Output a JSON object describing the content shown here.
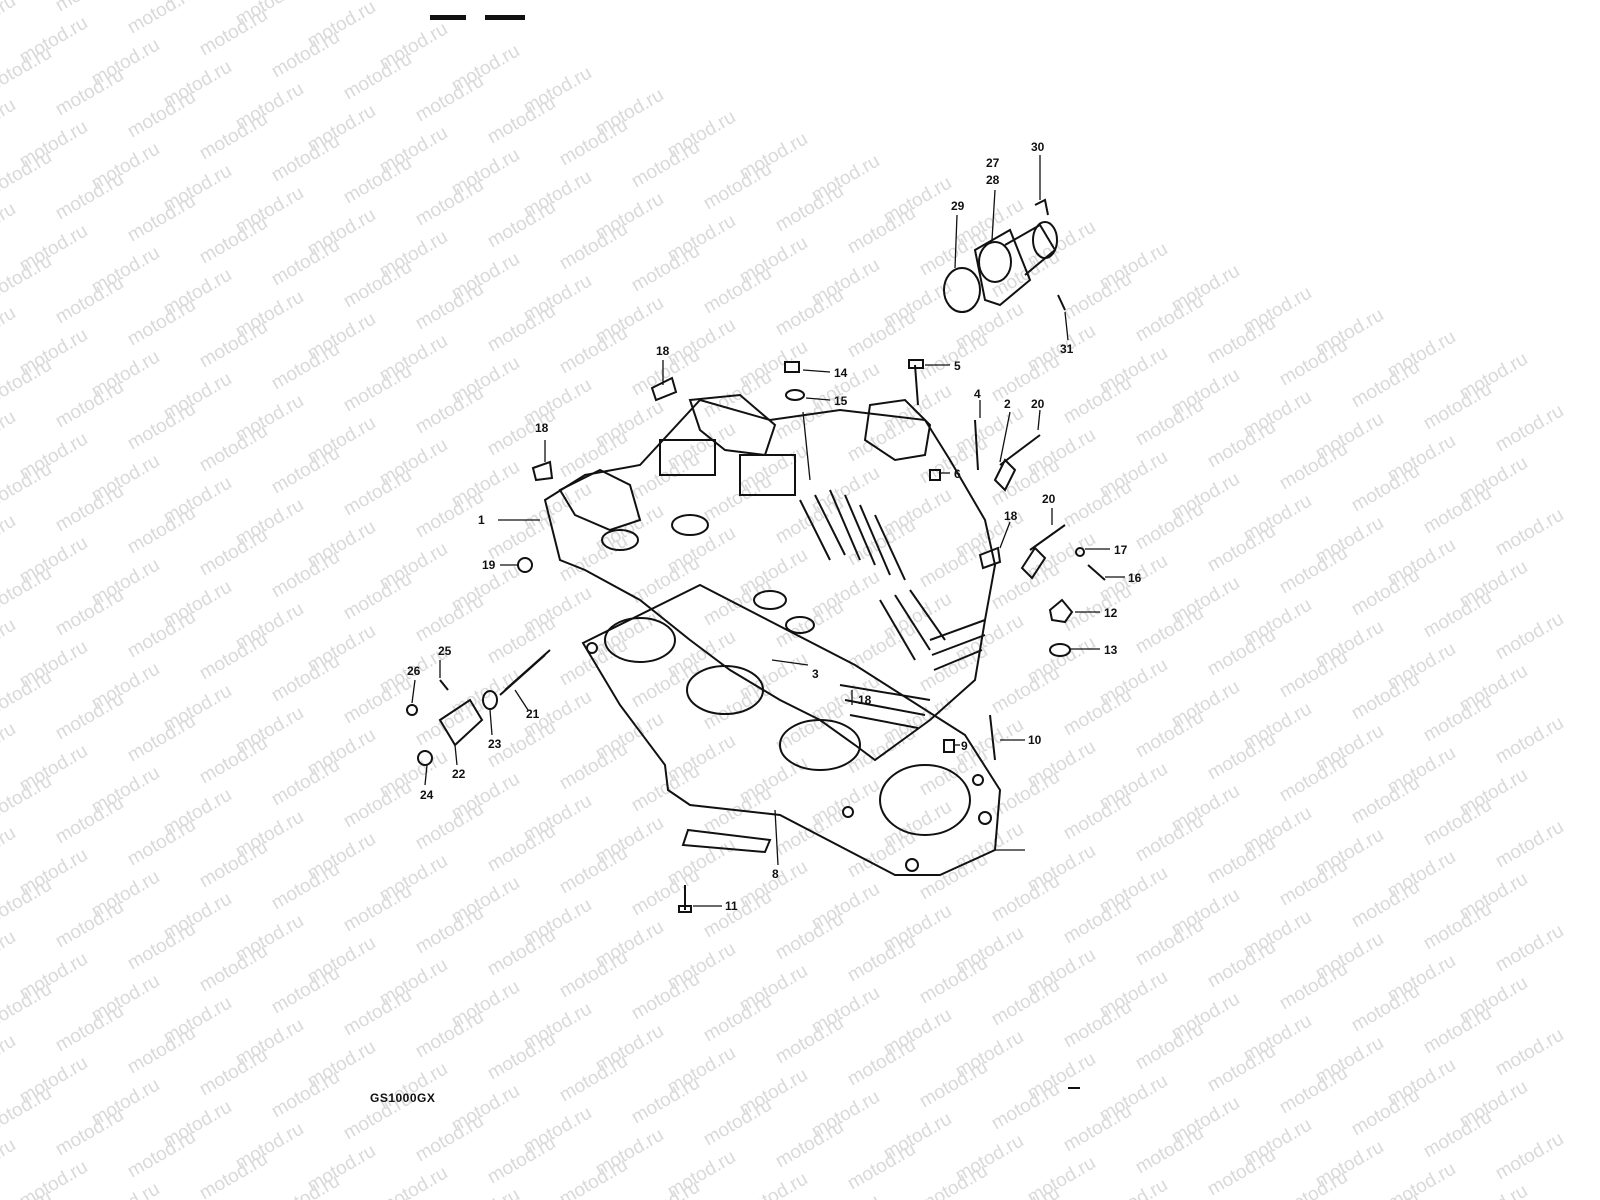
{
  "diagram": {
    "model": "GS1000GX",
    "watermark": "motod.ru",
    "callouts": [
      "1",
      "2",
      "3",
      "4",
      "5",
      "6",
      "8",
      "9",
      "10",
      "11",
      "12",
      "13",
      "14",
      "15",
      "16",
      "17",
      "18",
      "18",
      "18",
      "18",
      "19",
      "20",
      "20",
      "21",
      "22",
      "23",
      "24",
      "25",
      "26",
      "27",
      "28",
      "29",
      "30",
      "31"
    ],
    "colors": {
      "line": "#111111",
      "watermark": "#d9d9d9",
      "background": "#ffffff"
    }
  }
}
